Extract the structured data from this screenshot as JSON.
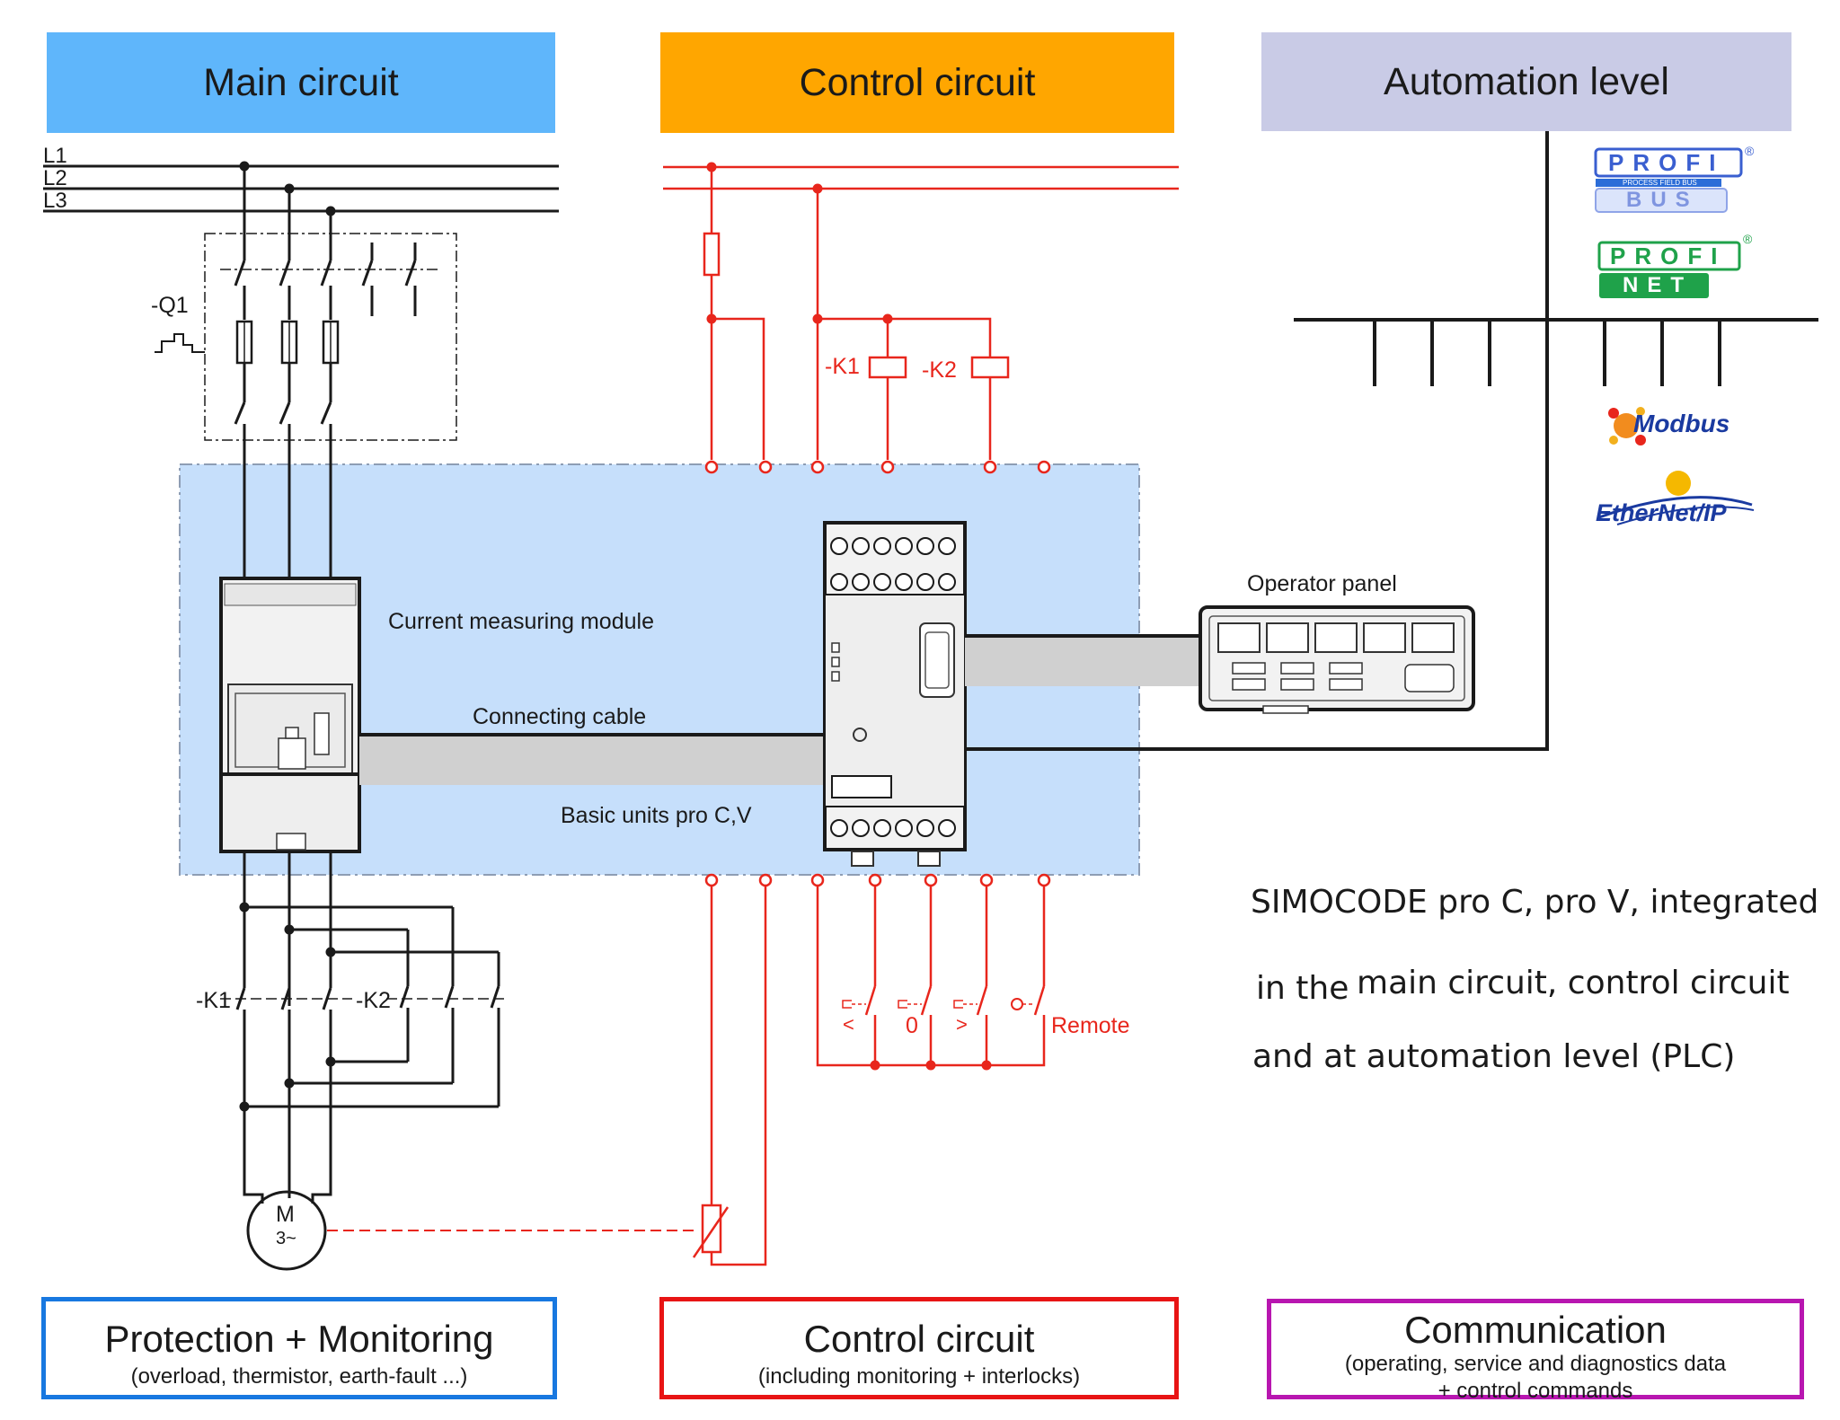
{
  "headers": {
    "main": "Main circuit",
    "control": "Control circuit",
    "automation": "Automation level"
  },
  "phases": [
    "L1",
    "L2",
    "L3"
  ],
  "labels": {
    "q1": "-Q1",
    "k1_coil": "-K1",
    "k2_coil": "-K2",
    "k1_contact": "-K1",
    "k2_contact": "-K2",
    "current_module": "Current measuring module",
    "connecting_cable": "Connecting cable",
    "basic_units": "Basic units pro C,V",
    "operator_panel": "Operator panel",
    "remote": "Remote",
    "btn_left": "<",
    "btn_zero": "0",
    "btn_right": ">",
    "motor_m": "M",
    "motor_phase": "3~"
  },
  "logos": {
    "profibus_top": "PROFI",
    "profibus_bottom": "BUS",
    "profibus_small": "PROCESS FIELD BUS",
    "profinet_top": "PROFI",
    "profinet_bottom": "NET",
    "modbus": "Modbus",
    "ethernetip": "EtherNet/IP",
    "registered": "®"
  },
  "note": {
    "line1": "SIMOCODE pro C, pro V, integrated",
    "line2a": "in the",
    "line2b": "main circuit, control circuit",
    "line3": "and at automation level (PLC)"
  },
  "footers": {
    "protection": {
      "title": "Protection + Monitoring",
      "sub": "(overload, thermistor, earth-fault ...)"
    },
    "control": {
      "title": "Control circuit",
      "sub": "(including monitoring + interlocks)"
    },
    "communication": {
      "title": "Communication",
      "sub1": "(operating, service and diagnostics data",
      "sub2": "+ control commands"
    }
  },
  "colors": {
    "main_header": "#5fb6fb",
    "control_header": "#ffa600",
    "automation_header": "#c9cbe6",
    "device_area": "#c6dffb",
    "control_red": "#e8261c",
    "protection_border": "#1878e0",
    "control_border": "#e81414",
    "communication_border": "#b816b0"
  }
}
